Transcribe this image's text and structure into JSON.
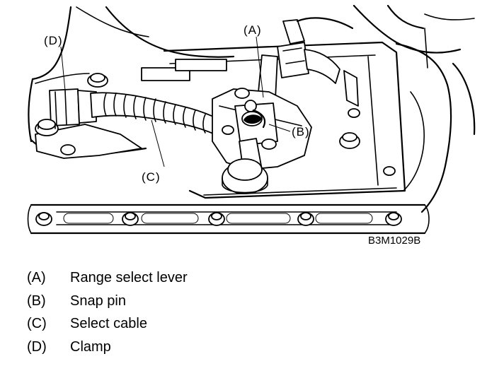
{
  "diagram": {
    "callouts": {
      "a": "(A)",
      "b": "(B)",
      "c": "(C)",
      "d": "(D)"
    },
    "figure_code": "B3M1029B"
  },
  "legend": [
    {
      "key": "(A)",
      "label": "Range select lever"
    },
    {
      "key": "(B)",
      "label": "Snap pin"
    },
    {
      "key": "(C)",
      "label": "Select cable"
    },
    {
      "key": "(D)",
      "label": "Clamp"
    }
  ]
}
